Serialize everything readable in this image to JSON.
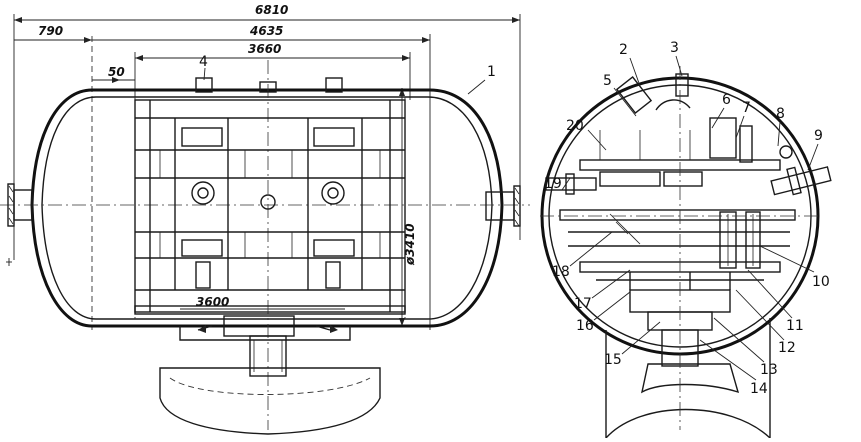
{
  "side_view": {
    "dimensions": {
      "overall_length": "6810",
      "span_a": "4635",
      "offset_left": "790",
      "inner_span": "3660",
      "offset_small": "50",
      "diameter": "ø3410",
      "bottom_span": "3600"
    },
    "callouts": [
      "1",
      "4"
    ]
  },
  "section_view": {
    "callouts": [
      "2",
      "3",
      "5",
      "6",
      "7",
      "8",
      "9",
      "10",
      "11",
      "12",
      "13",
      "14",
      "15",
      "16",
      "17",
      "18",
      "19",
      "20"
    ]
  }
}
